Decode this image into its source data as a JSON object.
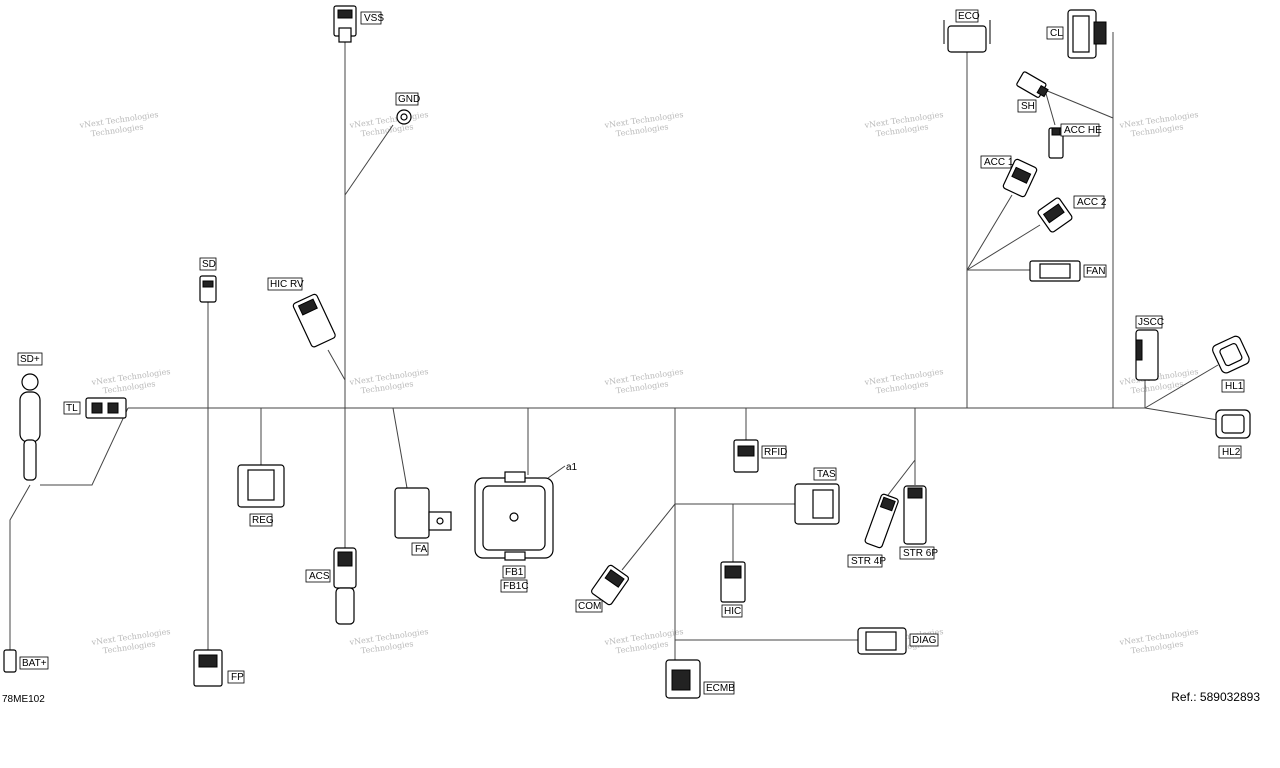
{
  "labels": {
    "vss": "VSS",
    "gnd": "GND",
    "eco": "ECO",
    "cl": "CL",
    "sh": "SH",
    "acc_he": "ACC  HE",
    "acc1": "ACC 1",
    "acc2": "ACC 2",
    "fan": "FAN",
    "jscc": "JSCC",
    "hl1": "HL1",
    "hl2": "HL2",
    "sd": "SD",
    "hic_rv": "HIC  RV",
    "sd_plus": "SD+",
    "tl": "TL",
    "reg": "REG",
    "fa": "FA",
    "a1": "a1",
    "fb1": "FB1",
    "fb1c": "FB1C",
    "rfid": "RFID",
    "tas": "TAS",
    "str4p": "STR 4P",
    "str6p": "STR 6P",
    "acs": "ACS",
    "com": "COM",
    "hic": "HIC",
    "ecmb": "ECMB",
    "bat_plus": "BAT+",
    "fp": "FP",
    "diag": "DIAG"
  },
  "watermark": {
    "line1": "vNext Technologies",
    "line2": "Technologies"
  },
  "footer": {
    "code": "78ME102",
    "ref": "Ref.:  589032893"
  }
}
